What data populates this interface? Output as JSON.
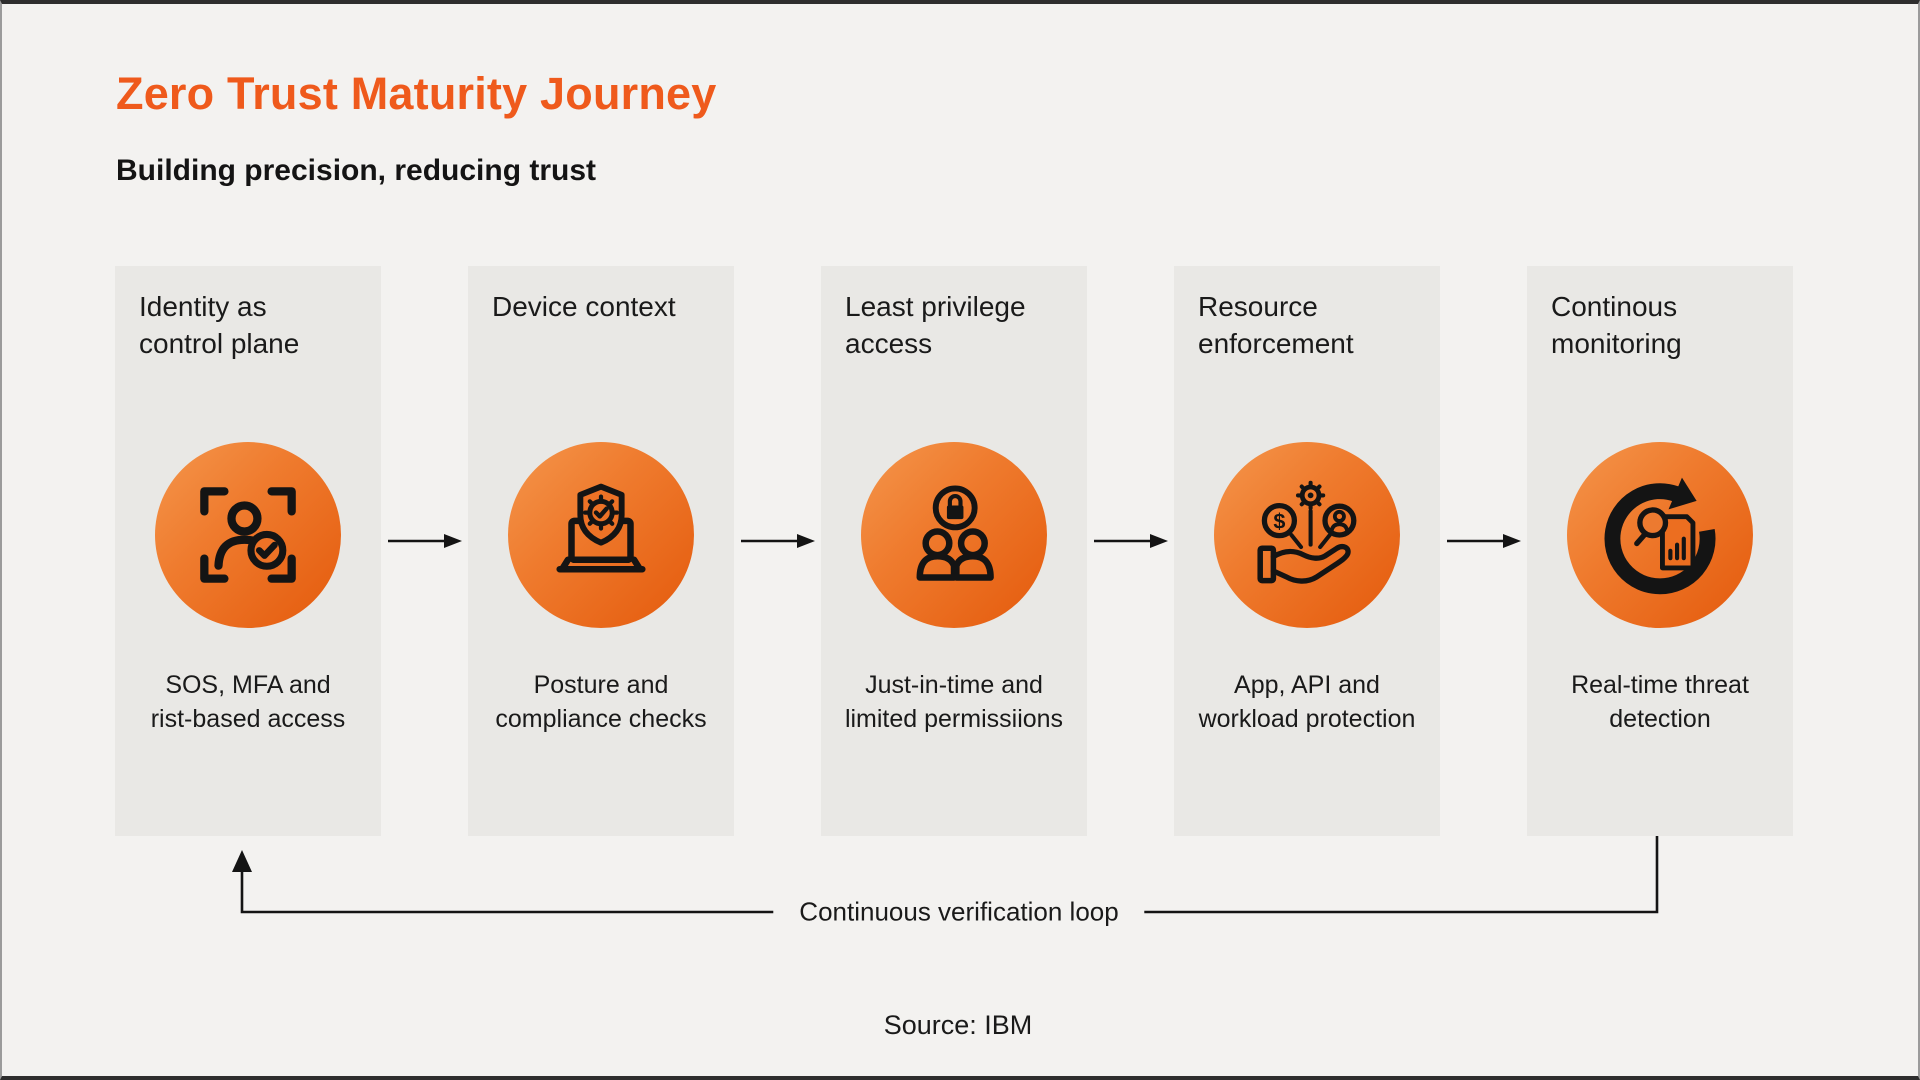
{
  "page": {
    "title": "Zero Trust Maturity Journey",
    "subtitle": "Building precision, reducing trust",
    "loop_label": "Continuous verification loop",
    "source": "Source: IBM"
  },
  "colors": {
    "accent_orange": "#EF5A1C",
    "circle_gradient_light": "#F4964C",
    "circle_gradient_dark": "#E45A0C",
    "column_background": "#E9E8E5",
    "page_background": "#F3F2F0",
    "text": "#1A1A1A"
  },
  "stages": [
    {
      "icon": "identity-scan-icon",
      "title_line1": "Identity as",
      "title_line2": "control plane",
      "desc_line1": "SOS, MFA and",
      "desc_line2": "rist-based access"
    },
    {
      "icon": "device-shield-icon",
      "title_line1": "Device context",
      "title_line2": "",
      "desc_line1": "Posture and",
      "desc_line2": "compliance checks"
    },
    {
      "icon": "users-lock-icon",
      "title_line1": "Least privilege",
      "title_line2": "access",
      "desc_line1": "Just-in-time and",
      "desc_line2": "limited permissiions"
    },
    {
      "icon": "hand-resources-icon",
      "title_line1": "Resource",
      "title_line2": "enforcement",
      "desc_line1": "App, API and",
      "desc_line2": "workload protection"
    },
    {
      "icon": "monitoring-loop-icon",
      "title_line1": "Continous",
      "title_line2": "monitoring",
      "desc_line1": "Real-time threat",
      "desc_line2": "detection"
    }
  ]
}
